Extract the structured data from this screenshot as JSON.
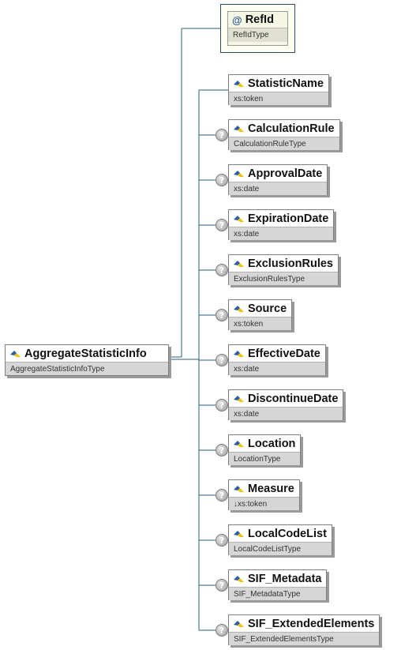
{
  "root": {
    "name": "AggregateStatisticInfo",
    "type": "AggregateStatisticInfoType"
  },
  "attribute": {
    "name": "RefId",
    "type": "RefIdType"
  },
  "elements": [
    {
      "name": "StatisticName",
      "type": "xs:token",
      "optional": false
    },
    {
      "name": "CalculationRule",
      "type": "CalculationRuleType",
      "optional": true
    },
    {
      "name": "ApprovalDate",
      "type": "xs:date",
      "optional": true
    },
    {
      "name": "ExpirationDate",
      "type": "xs:date",
      "optional": true
    },
    {
      "name": "ExclusionRules",
      "type": "ExclusionRulesType",
      "optional": true
    },
    {
      "name": "Source",
      "type": "xs:token",
      "optional": true
    },
    {
      "name": "EffectiveDate",
      "type": "xs:date",
      "optional": true
    },
    {
      "name": "DiscontinueDate",
      "type": "xs:date",
      "optional": true
    },
    {
      "name": "Location",
      "type": "LocationType",
      "optional": true
    },
    {
      "name": "Measure",
      "type": "↓xs:token",
      "optional": true
    },
    {
      "name": "LocalCodeList",
      "type": "LocalCodeListType",
      "optional": true
    },
    {
      "name": "SIF_Metadata",
      "type": "SIF_MetadataType",
      "optional": true
    },
    {
      "name": "SIF_ExtendedElements",
      "type": "SIF_ExtendedElementsType",
      "optional": true
    }
  ],
  "optional_marker": "?",
  "attribute_marker": "@",
  "colors": {
    "connector": "#2b5d7d",
    "element_icon_blue": "#2b5da8",
    "element_icon_yellow": "#f2c200"
  },
  "icons": {
    "element": "element-icon",
    "attribute": "attribute-icon",
    "optional": "optional-icon"
  }
}
